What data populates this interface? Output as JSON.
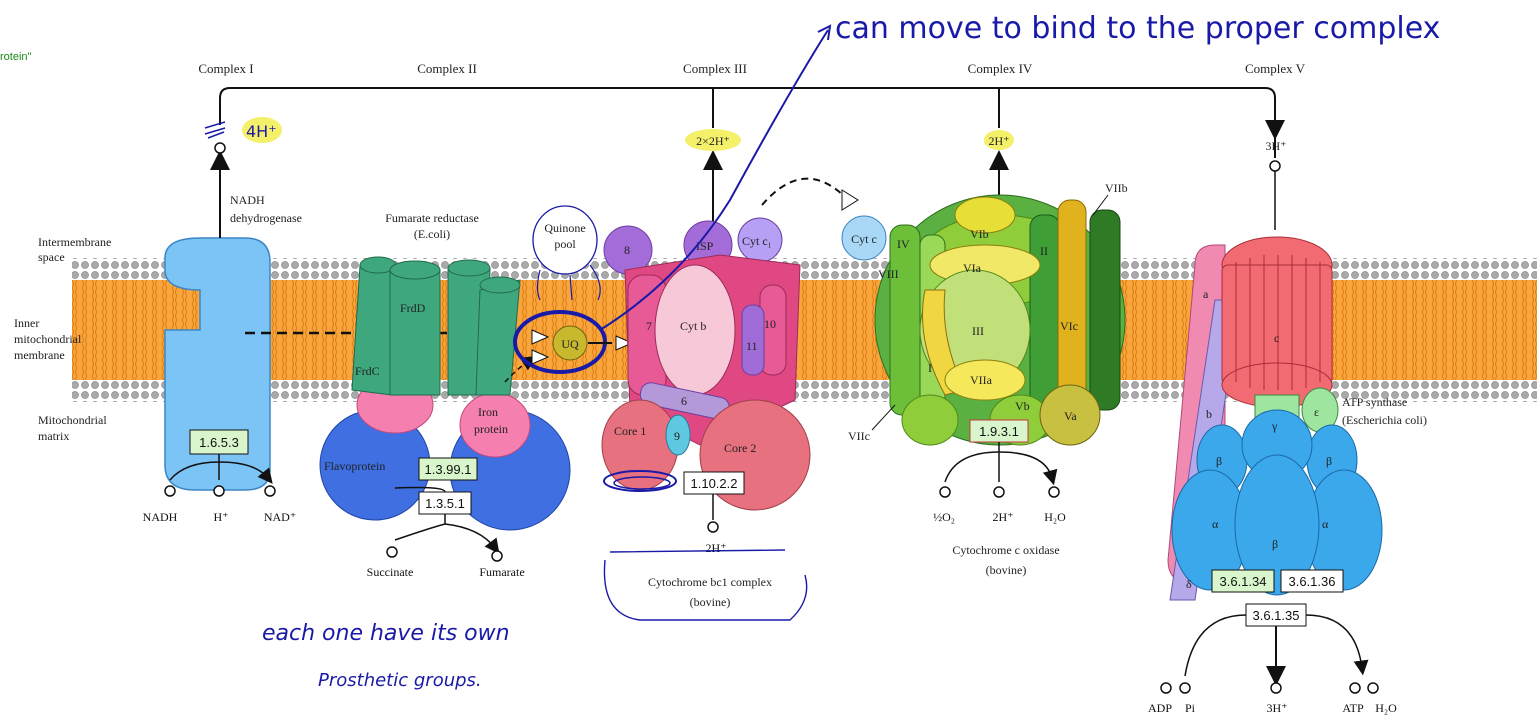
{
  "margin_note": "rotein\"",
  "complexes": {
    "c1": "Complex I",
    "c2": "Complex II",
    "c3": "Complex III",
    "c4": "Complex IV",
    "c5": "Complex V"
  },
  "region_labels": {
    "intermembrane": [
      "Intermembrane",
      "space"
    ],
    "inner_membrane": [
      "Inner",
      "mitochondrial",
      "membrane"
    ],
    "matrix": [
      "Mitochondrial",
      "matrix"
    ]
  },
  "complex1": {
    "name": [
      "NADH",
      "dehydrogenase"
    ],
    "proton_out": "4H⁺",
    "ec": "1.6.5.3",
    "substrates": [
      "NADH",
      "H⁺",
      "NAD⁺"
    ]
  },
  "complex2": {
    "name": [
      "Fumarate reductase",
      "(E.coli)"
    ],
    "subunits": [
      "FrdD",
      "FrdC",
      "Iron",
      "protein",
      "Flavoprotein"
    ],
    "ec_primary": "1.3.99.1",
    "ec_secondary": "1.3.5.1",
    "substrates": [
      "Succinate",
      "Fumarate"
    ]
  },
  "quinone": {
    "pool_label": [
      "Quinone",
      "pool"
    ],
    "uq": "UQ"
  },
  "complex3": {
    "proton_out": "2×2H⁺",
    "subunits": [
      "8",
      "ISP",
      "Cyt c₁",
      "7",
      "Cyt b",
      "10",
      "11",
      "6",
      "Core 1",
      "9",
      "Core 2"
    ],
    "ec": "1.10.2.2",
    "proton_in": "2H⁺",
    "name": [
      "Cytochrome bc1 complex",
      "(bovine)"
    ]
  },
  "cytc": "Cyt c",
  "complex4": {
    "proton_out": "2H⁺",
    "subunits": [
      "IV",
      "VIII",
      "VIb",
      "VIa",
      "II",
      "VIc",
      "III",
      "I",
      "VIIa",
      "Vb",
      "Va",
      "VIIb",
      "VIIc"
    ],
    "ec": "1.9.3.1",
    "substrates": [
      "½O₂",
      "2H⁺",
      "H₂O"
    ],
    "name": [
      "Cytochrome c oxidase",
      "(bovine)"
    ]
  },
  "complex5": {
    "proton_out": "3H⁺",
    "subunits": [
      "a",
      "c",
      "b",
      "γ",
      "ε",
      "β",
      "β",
      "β",
      "α",
      "α",
      "δ"
    ],
    "name": [
      "ATP synthase",
      "(Escherichia coli)"
    ],
    "ec_left": "3.6.1.34",
    "ec_right": "3.6.1.36",
    "ec_bottom": "3.6.1.35",
    "substrates": [
      "ADP",
      "Pi",
      "3H⁺",
      "ATP",
      "H₂O"
    ]
  },
  "annotations": {
    "top": "can move to bind to the proper complex",
    "bottom_line1": "each one have its own",
    "bottom_line2": "Prosthetic groups."
  },
  "colors": {
    "membrane": "#f5a23a",
    "lipid_head": "#a8a8a8",
    "ec_box": "#d8f5cc",
    "ink": "#1a1aa8",
    "highlight": "#f4f06a"
  }
}
